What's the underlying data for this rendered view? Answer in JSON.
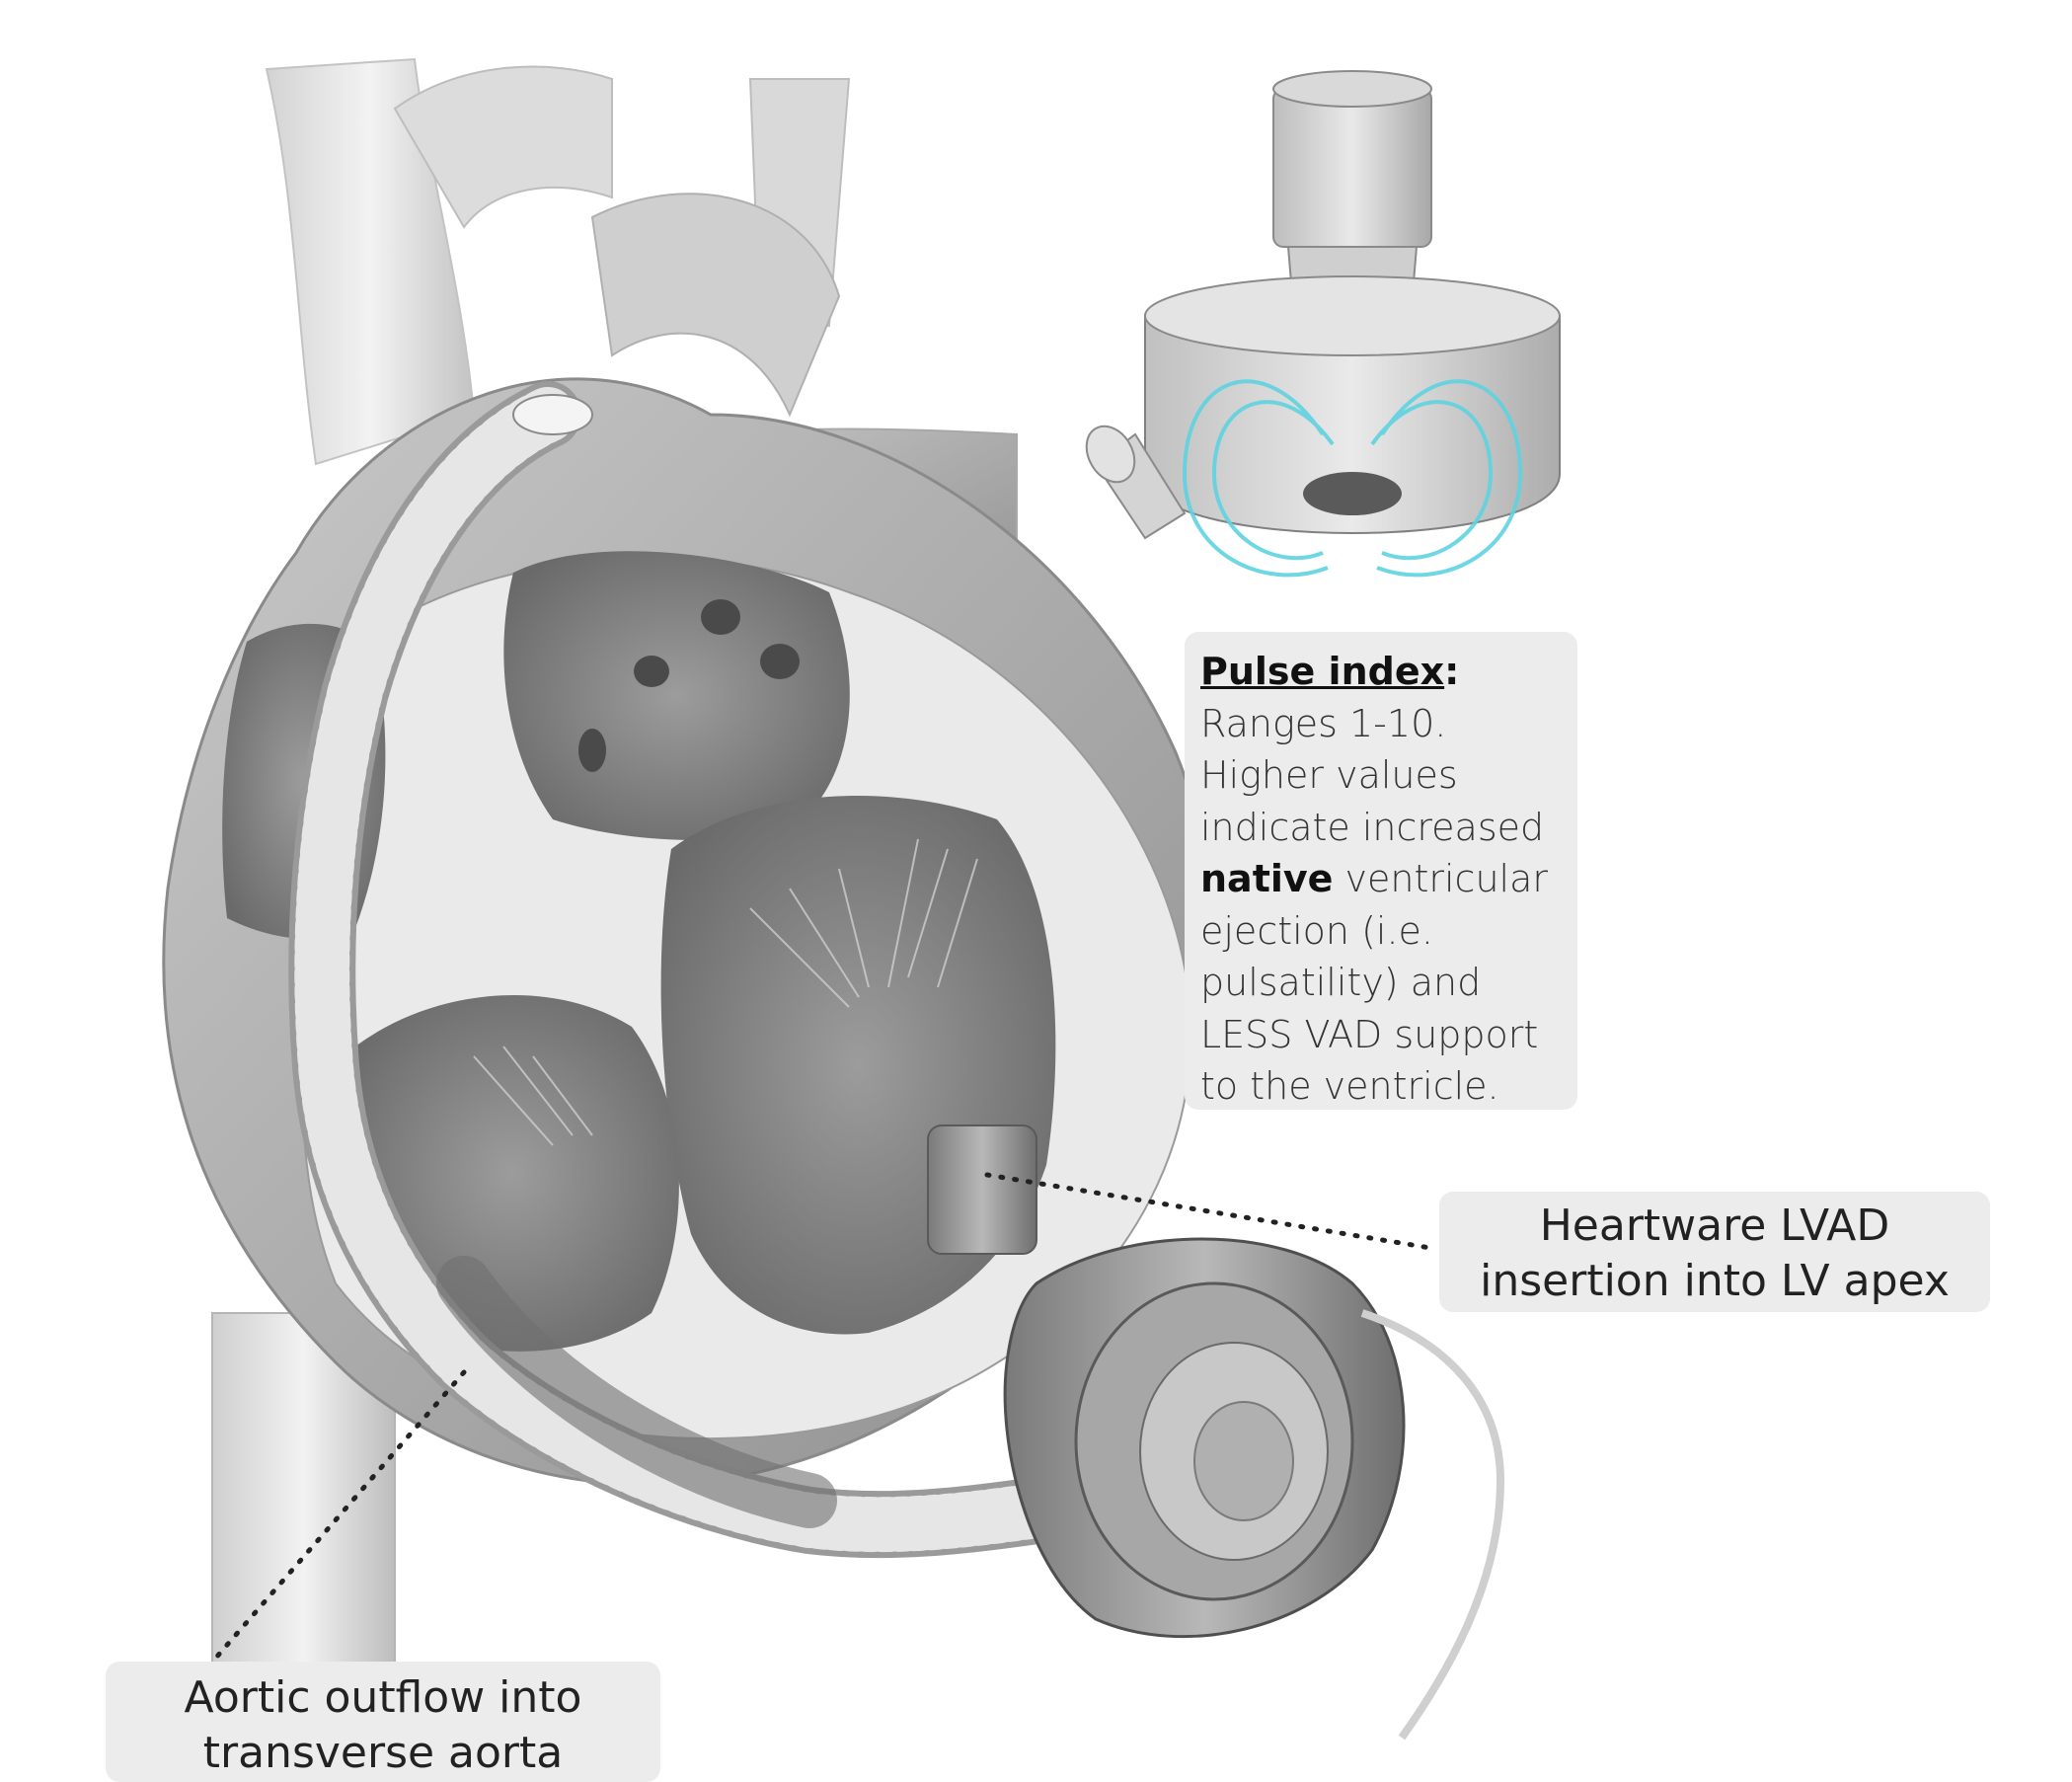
{
  "callouts": {
    "pulse_index": {
      "heading": "Pulse index",
      "heading_colon": ":",
      "line1": "Ranges 1-10.",
      "line2": "Higher values",
      "line3": "indicate increased",
      "line4_bold": "native",
      "line4_rest": " ventricular",
      "line5": "ejection (i.e.",
      "line6": "pulsatility) and",
      "line7": "LESS VAD support",
      "line8": "to the ventricle."
    },
    "lvad": {
      "line1": "Heartware LVAD",
      "line2": "insertion into LV apex"
    },
    "aortic": {
      "line1": "Aortic outflow into",
      "line2": "transverse aorta"
    }
  },
  "colors": {
    "callout_bg": "#ececec",
    "magnetic_field": "#5fd3e0",
    "illustration_gray": "#9a9a9a"
  }
}
